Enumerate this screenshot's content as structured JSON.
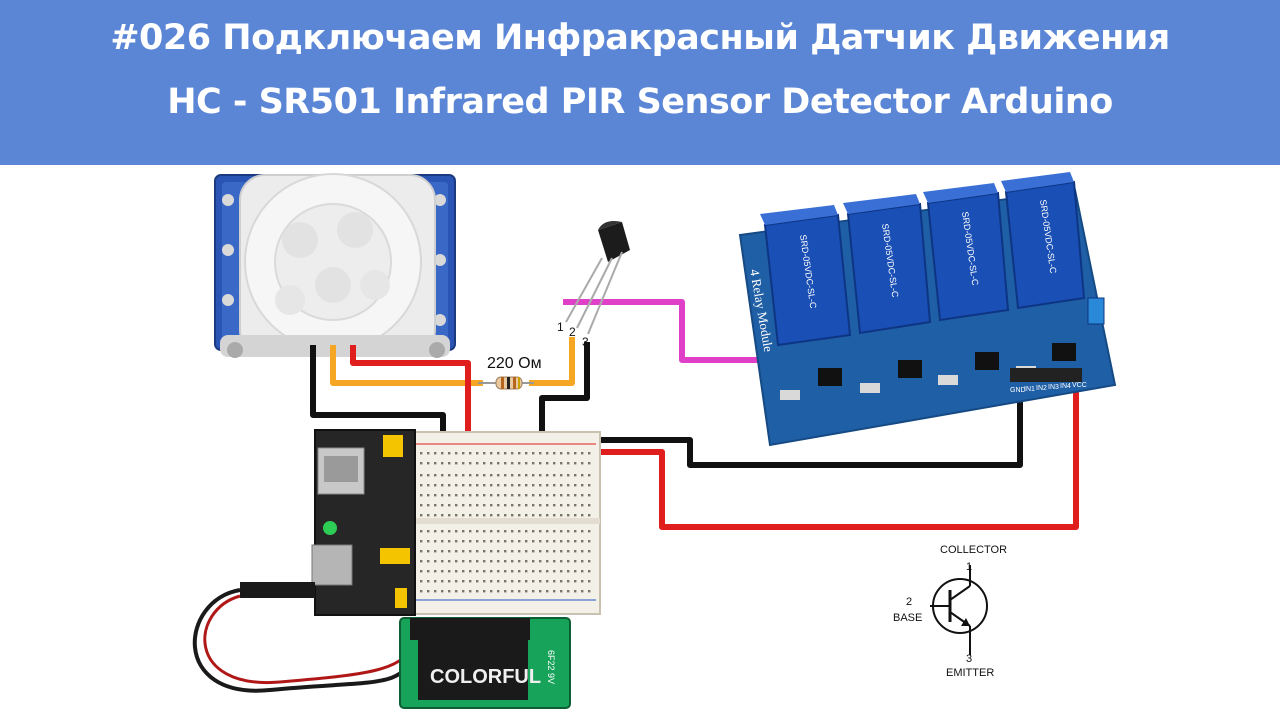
{
  "title": {
    "line1": "#026 Подключаем Инфракрасный Датчик Движения",
    "line2": "HC - SR501  Infrared PIR Sensor Detector Arduino"
  },
  "resistor": {
    "label": "220 Ом"
  },
  "transistor": {
    "pin1": "1",
    "pin2": "2",
    "pin3": "3"
  },
  "relay_module": {
    "label": "4 Relay Module",
    "relay_text": "SRD-05VDC-SL-C",
    "pin_labels": [
      "GND",
      "IN1",
      "IN2",
      "IN3",
      "IN4",
      "VCC"
    ]
  },
  "battery": {
    "brand": "COLORFUL",
    "type": "6F22 9V"
  },
  "schematic": {
    "collector_label": "COLLECTOR",
    "collector_num": "1",
    "base_num": "2",
    "base_label": "BASE",
    "emitter_num": "3",
    "emitter_label": "EMITTER"
  },
  "colors": {
    "banner": "#5b86d6",
    "wire_black": "#111111",
    "wire_red": "#e01e1e",
    "wire_orange": "#f5a623",
    "wire_magenta": "#e040c8",
    "relay_board": "#1f5fa6",
    "relay_cube": "#1a4fb5"
  }
}
